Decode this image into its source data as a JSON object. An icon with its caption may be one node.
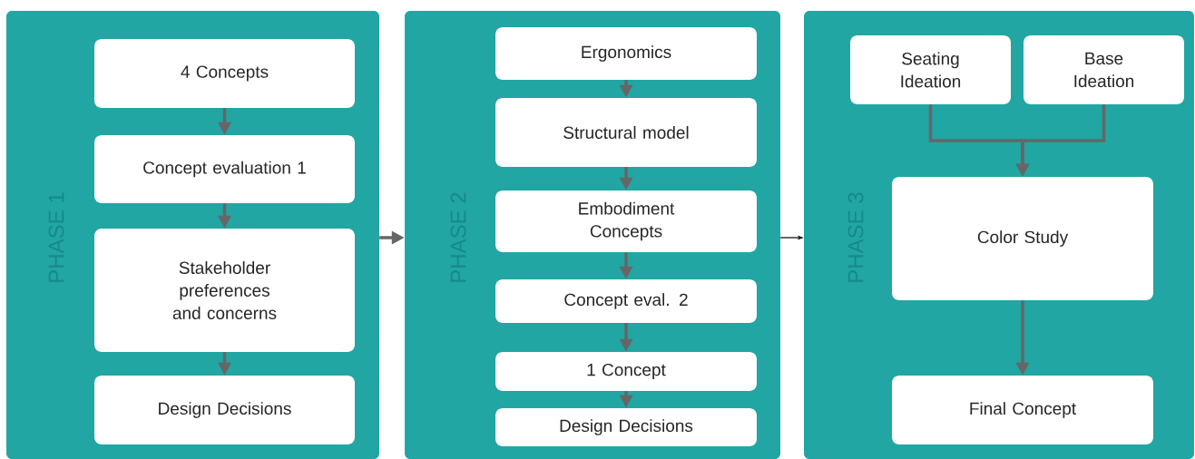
{
  "diagram": {
    "nodes": [
      {
        "text": [
          "PHASE 1"
        ]
      },
      {
        "text": [
          "4 Concepts"
        ],
        "in": 0
      },
      {
        "text": [
          "Concept evaluation 1"
        ],
        "in": 0
      },
      {
        "text": [
          "Stakeholder preferences and concerns"
        ],
        "in": 0
      },
      {
        "text": [
          "Design Decisions"
        ],
        "in": 0
      },
      {
        "text": [
          "PHASE 2"
        ]
      },
      {
        "text": [
          "Ergonomics"
        ],
        "in": 5
      },
      {
        "text": [
          "Structural model"
        ],
        "in": 5
      },
      {
        "text": [
          "Embodiment Concepts"
        ],
        "in": 5
      },
      {
        "text": [
          "Concept eval. 2"
        ],
        "in": 5
      },
      {
        "text": [
          "1 Concept"
        ],
        "in": 5
      },
      {
        "text": [
          "Design Decisions"
        ],
        "in": 5
      },
      {
        "text": [
          "PHASE 3"
        ]
      },
      {
        "text": [
          "Seating Ideation"
        ],
        "in": 12
      },
      {
        "text": [
          "Base Ideation"
        ],
        "in": 12
      },
      {
        "text": [
          "Color Study"
        ],
        "in": 12
      },
      {
        "text": [
          "Final Concept"
        ],
        "in": 12
      }
    ],
    "edges": [
      {
        "from": 1,
        "to": 2,
        "arrow": "to"
      },
      {
        "from": 2,
        "to": 3,
        "arrow": "to"
      },
      {
        "from": 3,
        "to": 4,
        "arrow": "to"
      },
      {
        "from": 0,
        "to": 5,
        "arrow": "to"
      },
      {
        "from": 6,
        "to": 7,
        "arrow": "to"
      },
      {
        "from": 7,
        "to": 8,
        "arrow": "to"
      },
      {
        "from": 8,
        "to": 9,
        "arrow": "to"
      },
      {
        "from": 9,
        "to": 10,
        "arrow": "to"
      },
      {
        "from": 10,
        "to": 11,
        "arrow": "to"
      },
      {
        "from": 5,
        "to": 12,
        "arrow": "to",
        "color": "#000000"
      },
      {
        "from": 13,
        "to": 15,
        "arrow": "to"
      },
      {
        "from": 14,
        "to": 15,
        "arrow": "to"
      },
      {
        "from": 15,
        "to": 16,
        "arrow": "to"
      }
    ]
  }
}
